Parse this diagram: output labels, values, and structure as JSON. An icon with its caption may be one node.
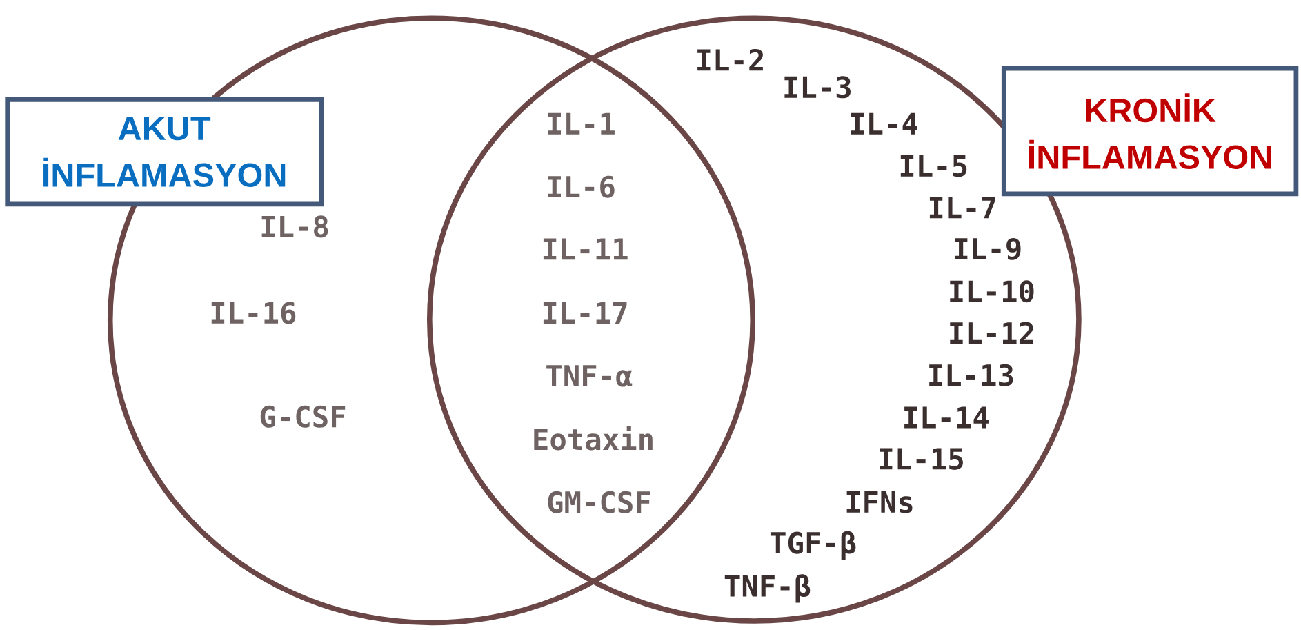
{
  "diagram": {
    "nodes": [
      {
        "text": [],
        "shape": "circle"
      },
      {
        "text": [
          "AKUT İNFLAMASYON"
        ]
      },
      {
        "text": [],
        "shape": "circle"
      },
      {
        "text": [
          "KRONİK İNFLAMASYON"
        ]
      }
    ],
    "labels": [
      "IL-8",
      "IL-16",
      "G-CSF",
      "IL-1",
      "IL-6",
      "IL-11",
      "IL-17",
      "TNF-α",
      "Eotaxin",
      "GM-CSF",
      "IL-2",
      "IL-3",
      "IL-4",
      "IL-5",
      "IL-7",
      "IL-9",
      "IL-10",
      "IL-12",
      "IL-13",
      "IL-14",
      "IL-15",
      "IFNs",
      "TGF-β",
      "TNF-β"
    ]
  }
}
